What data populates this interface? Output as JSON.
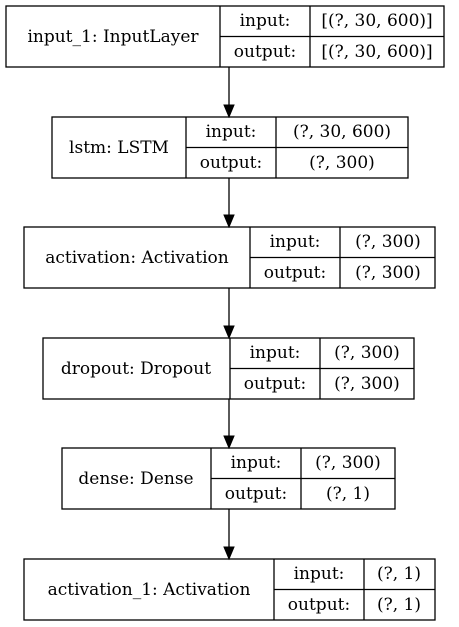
{
  "layers": [
    {
      "name": "input_1: InputLayer",
      "input_label": "input:",
      "input_value": "[(?, 30, 600)]",
      "output_label": "output:",
      "output_value": "[(?, 30, 600)]"
    },
    {
      "name": "lstm: LSTM",
      "input_label": "input:",
      "input_value": "(?, 30, 600)",
      "output_label": "output:",
      "output_value": "(?, 300)"
    },
    {
      "name": "activation: Activation",
      "input_label": "input:",
      "input_value": "(?, 300)",
      "output_label": "output:",
      "output_value": "(?, 300)"
    },
    {
      "name": "dropout: Dropout",
      "input_label": "input:",
      "input_value": "(?, 300)",
      "output_label": "output:",
      "output_value": "(?, 300)"
    },
    {
      "name": "dense: Dense",
      "input_label": "input:",
      "input_value": "(?, 300)",
      "output_label": "output:",
      "output_value": "(?, 1)"
    },
    {
      "name": "activation_1: Activation",
      "input_label": "input:",
      "input_value": "(?, 1)",
      "output_label": "output:",
      "output_value": "(?, 1)"
    }
  ],
  "colors": {
    "stroke": "#000000",
    "background": "#ffffff"
  }
}
